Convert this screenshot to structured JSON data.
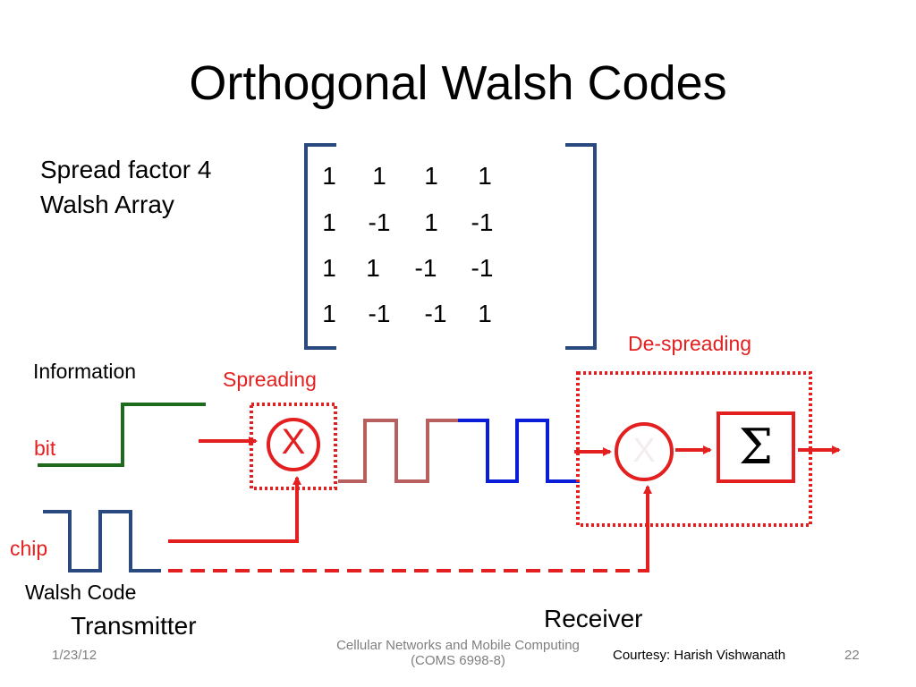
{
  "slide": {
    "title": "Orthogonal Walsh Codes",
    "spread_label_line1": "Spread factor 4",
    "spread_label_line2": "Walsh Array",
    "matrix": [
      [
        "1",
        "1",
        "1",
        "1"
      ],
      [
        "1",
        "-1",
        "1",
        "-1"
      ],
      [
        "1",
        "1",
        "-1",
        "-1"
      ],
      [
        "1",
        "-1",
        "-1",
        "1"
      ]
    ]
  },
  "diagram": {
    "information_label": "Information",
    "bit_label": "bit",
    "chip_label": "chip",
    "walsh_code_label": "Walsh Code",
    "spreading_label": "Spreading",
    "despreading_label": "De-spreading",
    "multiply_symbol": "X",
    "sum_symbol": "Σ",
    "transmitter_label": "Transmitter",
    "receiver_label": "Receiver"
  },
  "footer": {
    "date": "1/23/12",
    "course_line1": "Cellular Networks and Mobile Computing",
    "course_line2": "(COMS 6998-8)",
    "courtesy": "Courtesy: Harish Vishwanath",
    "page_number": "22"
  },
  "colors": {
    "red": "#e31f1f",
    "green": "#1e6b1e",
    "navy": "#2a4a7f",
    "blue": "#0a1ed8",
    "rose": "#b86060"
  }
}
